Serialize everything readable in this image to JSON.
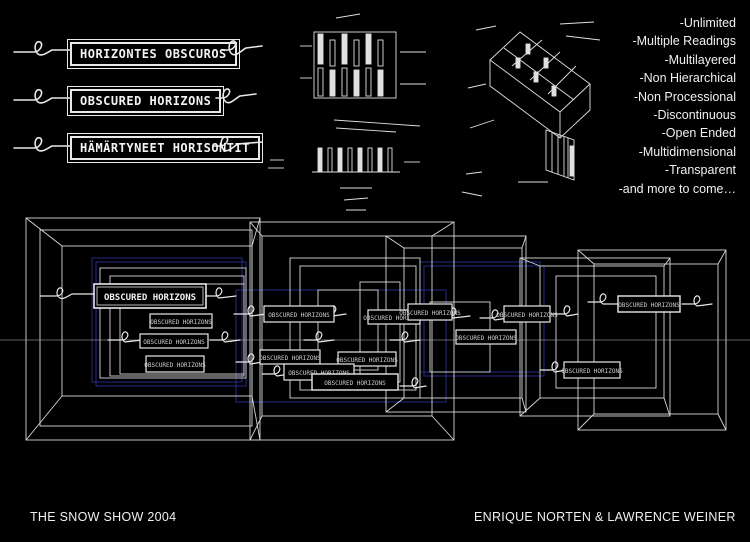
{
  "titles": [
    "HORIZONTES OBSCUROS",
    "OBSCURED HORIZONS",
    "HÄMÄRTYNEET HORISONTIT"
  ],
  "features": [
    "-Unlimited",
    "-Multiple Readings",
    "-Multilayered",
    "-Non Hierarchical",
    "-Non Processional",
    "-Discontinuous",
    "-Open Ended",
    "-Multidimensional",
    "-Transparent",
    "-and more to come…"
  ],
  "footer": {
    "left": "THE SNOW SHOW 2004",
    "right": "ENRIQUE NORTEN & LAWRENCE WEINER"
  },
  "labels": {
    "main": "OBSCURED HORIZONS",
    "small": "OBSCURED HORIZONS"
  },
  "colors": {
    "background": "#000000",
    "line": "#e8e8e8",
    "accent_blue": "#2b2f9a"
  }
}
